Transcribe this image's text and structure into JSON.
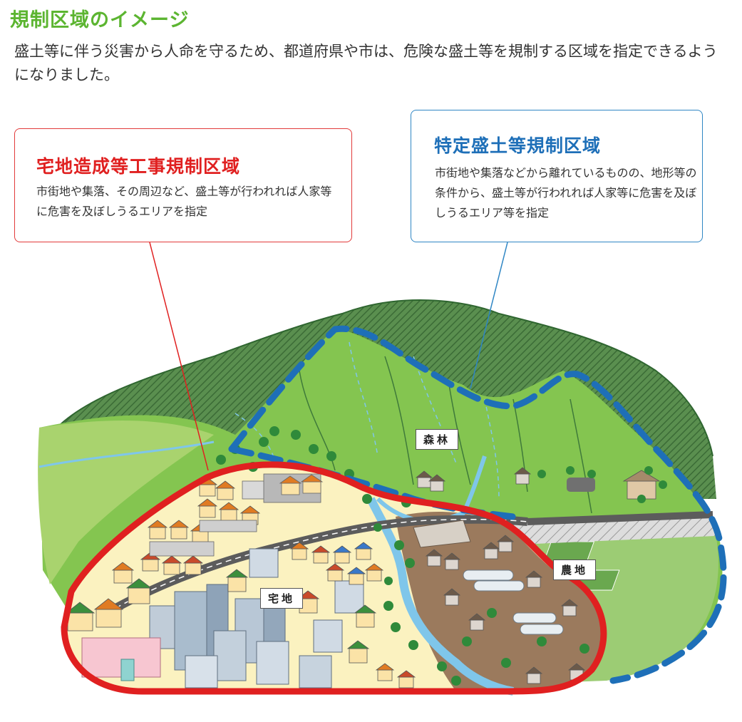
{
  "title": "規制区域のイメージ",
  "intro": "盛土等に伴う災害から人命を守るため、都道府県や市は、危険な盛土等を規制する区域を指定できるようになりました。",
  "callouts": {
    "residential": {
      "title": "宅地造成等工事規制区域",
      "description": "市街地や集落、その周辺など、盛土等が行われれば人家等に危害を及ぼしうるエリアを指定"
    },
    "specific": {
      "title": "特定盛土等規制区域",
      "description": "市街地や集落などから離れているものの、地形等の条件から、盛土等が行われれば人家等に危害を及ぼしうるエリア等を指定"
    }
  },
  "map_labels": {
    "forest": "森林",
    "residential": "宅地",
    "farmland": "農地"
  },
  "colors": {
    "title_green": "#5cb531",
    "residential_red": "#e02020",
    "specific_blue": "#1e6fb8",
    "hill_green": "#7cc24a",
    "ridge_dark": "#3f7a3a",
    "residential_fill": "#fdf3c4",
    "soil": "#9c7a5e",
    "river": "#7fc6ea"
  }
}
